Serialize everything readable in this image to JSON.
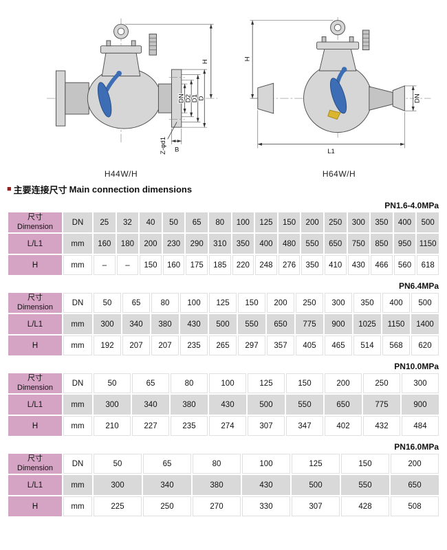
{
  "section": {
    "bullet": "■",
    "title_zh": "主要连接尺寸",
    "title_en": "Main connection dimensions"
  },
  "drawings": {
    "left": {
      "caption": "H44W/H",
      "dims": {
        "h": "H",
        "dn": "DN",
        "d2": "D2",
        "d1": "D1",
        "d": "D",
        "zd1": "Z-φd1",
        "b": "B"
      }
    },
    "right": {
      "caption": "H64W/H",
      "dims": {
        "h": "H",
        "dn": "DN",
        "l1": "L1"
      }
    }
  },
  "tables": [
    {
      "pn_label": "PN1.6-4.0MPa",
      "rows": [
        {
          "label": "尺寸\nDimension",
          "corner": true,
          "unit": "DN",
          "shade": "gray",
          "values": [
            "25",
            "32",
            "40",
            "50",
            "65",
            "80",
            "100",
            "125",
            "150",
            "200",
            "250",
            "300",
            "350",
            "400",
            "500"
          ]
        },
        {
          "label": "L/L1",
          "corner": false,
          "unit": "mm",
          "shade": "gray",
          "values": [
            "160",
            "180",
            "200",
            "230",
            "290",
            "310",
            "350",
            "400",
            "480",
            "550",
            "650",
            "750",
            "850",
            "950",
            "1150"
          ]
        },
        {
          "label": "H",
          "corner": false,
          "unit": "mm",
          "shade": "white",
          "values": [
            "–",
            "–",
            "150",
            "160",
            "175",
            "185",
            "220",
            "248",
            "276",
            "350",
            "410",
            "430",
            "466",
            "560",
            "618"
          ]
        }
      ]
    },
    {
      "pn_label": "PN6.4MPa",
      "rows": [
        {
          "label": "尺寸\nDimension",
          "corner": true,
          "unit": "DN",
          "shade": "white",
          "values": [
            "50",
            "65",
            "80",
            "100",
            "125",
            "150",
            "200",
            "250",
            "300",
            "350",
            "400",
            "500"
          ]
        },
        {
          "label": "L/L1",
          "corner": false,
          "unit": "mm",
          "shade": "gray",
          "values": [
            "300",
            "340",
            "380",
            "430",
            "500",
            "550",
            "650",
            "775",
            "900",
            "1025",
            "1150",
            "1400"
          ]
        },
        {
          "label": "H",
          "corner": false,
          "unit": "mm",
          "shade": "white",
          "values": [
            "192",
            "207",
            "207",
            "235",
            "265",
            "297",
            "357",
            "405",
            "465",
            "514",
            "568",
            "620"
          ]
        }
      ]
    },
    {
      "pn_label": "PN10.0MPa",
      "rows": [
        {
          "label": "尺寸\nDimension",
          "corner": true,
          "unit": "DN",
          "shade": "white",
          "values": [
            "50",
            "65",
            "80",
            "100",
            "125",
            "150",
            "200",
            "250",
            "300"
          ]
        },
        {
          "label": "L/L1",
          "corner": false,
          "unit": "mm",
          "shade": "gray",
          "values": [
            "300",
            "340",
            "380",
            "430",
            "500",
            "550",
            "650",
            "775",
            "900"
          ]
        },
        {
          "label": "H",
          "corner": false,
          "unit": "mm",
          "shade": "white",
          "values": [
            "210",
            "227",
            "235",
            "274",
            "307",
            "347",
            "402",
            "432",
            "484"
          ]
        }
      ]
    },
    {
      "pn_label": "PN16.0MPa",
      "rows": [
        {
          "label": "尺寸\nDimension",
          "corner": true,
          "unit": "DN",
          "shade": "white",
          "values": [
            "50",
            "65",
            "80",
            "100",
            "125",
            "150",
            "200"
          ]
        },
        {
          "label": "L/L1",
          "corner": false,
          "unit": "mm",
          "shade": "gray",
          "values": [
            "300",
            "340",
            "380",
            "430",
            "500",
            "550",
            "650"
          ]
        },
        {
          "label": "H",
          "corner": false,
          "unit": "mm",
          "shade": "white",
          "values": [
            "225",
            "250",
            "270",
            "330",
            "307",
            "428",
            "508"
          ]
        }
      ]
    }
  ],
  "colors": {
    "header_pink": "#d5a3c4",
    "cell_gray": "#d9d9d9",
    "bullet_red": "#9b1c1c",
    "disc_blue": "#3d6db5",
    "seat_yellow": "#d9b62e"
  }
}
